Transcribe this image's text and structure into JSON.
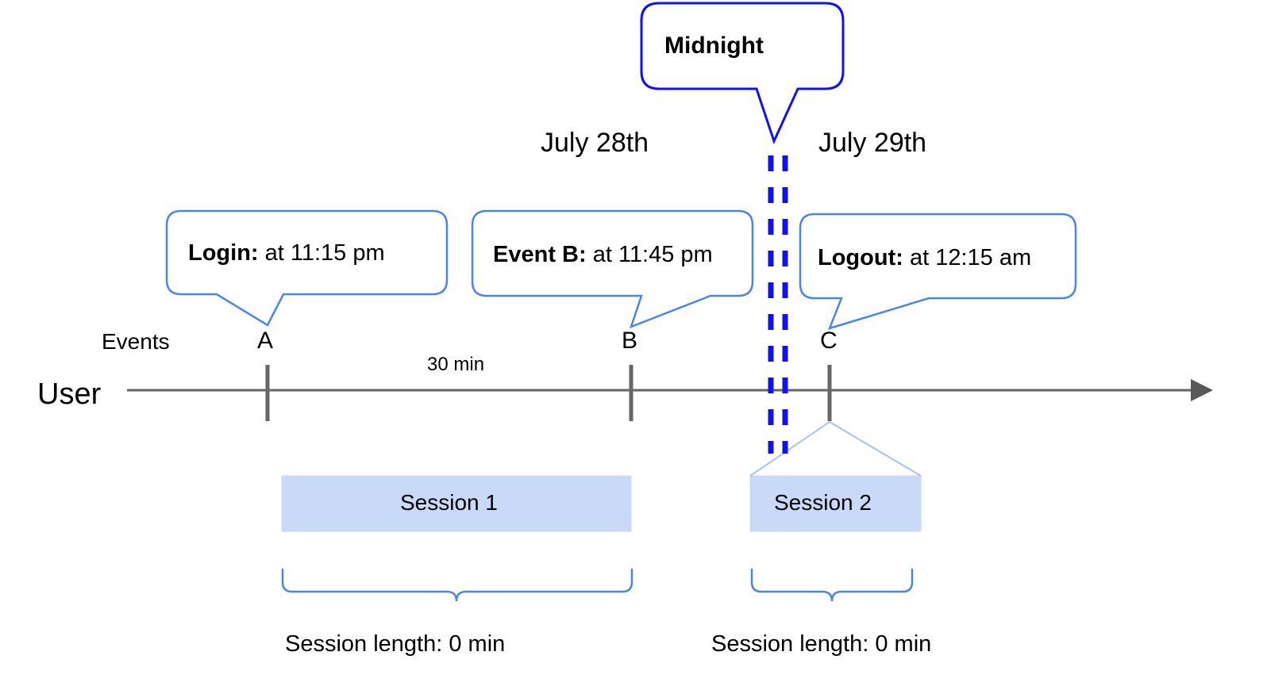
{
  "diagram": {
    "title_callout": {
      "label": "Midnight"
    },
    "dates": [
      {
        "label": "July 28th"
      },
      {
        "label": "July 29th"
      }
    ],
    "axis": {
      "row_label": "User",
      "events_label": "Events",
      "interval_label": "30 min"
    },
    "events": [
      {
        "key": "A",
        "point_label": "A",
        "bold_label": "Login:",
        "detail": " at 11:15 pm"
      },
      {
        "key": "B",
        "point_label": "B",
        "bold_label": "Event B:",
        "detail": " at 11:45 pm"
      },
      {
        "key": "C",
        "point_label": "C",
        "bold_label": "Logout:",
        "detail": " at 12:15 am"
      }
    ],
    "sessions": [
      {
        "label": "Session 1",
        "length_label": "Session length: 0 min"
      },
      {
        "label": "Session 2",
        "length_label": "Session length: 0 min"
      }
    ],
    "colors": {
      "callout_border": "#4a86e8",
      "midnight_border": "#1111ee",
      "midnight_dashed": "#1111ee",
      "axis": "#666666",
      "tick": "#666666",
      "session_fill": "#c9daf8",
      "session_edge": "#a8c2ec",
      "brace": "#4a86e8",
      "text": "#000000"
    }
  }
}
